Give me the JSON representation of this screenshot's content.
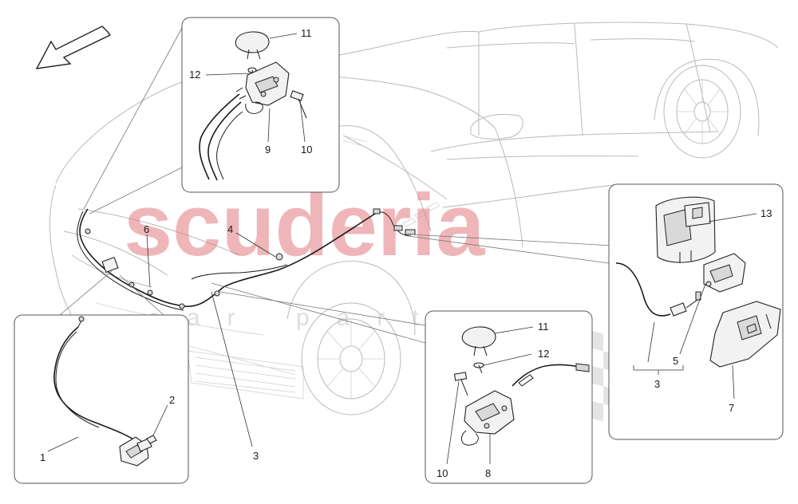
{
  "watermark": {
    "brand": "scuderia",
    "sub": "car parts"
  },
  "labels": {
    "top_11": "11",
    "top_12": "12",
    "top_9": "9",
    "top_10": "10",
    "main_6": "6",
    "main_4": "4",
    "main_3": "3",
    "left_1": "1",
    "left_2": "2",
    "br_11": "11",
    "br_12": "12",
    "br_10": "10",
    "br_8": "8",
    "right_13": "13",
    "right_5": "5",
    "right_3": "3",
    "right_7": "7"
  }
}
